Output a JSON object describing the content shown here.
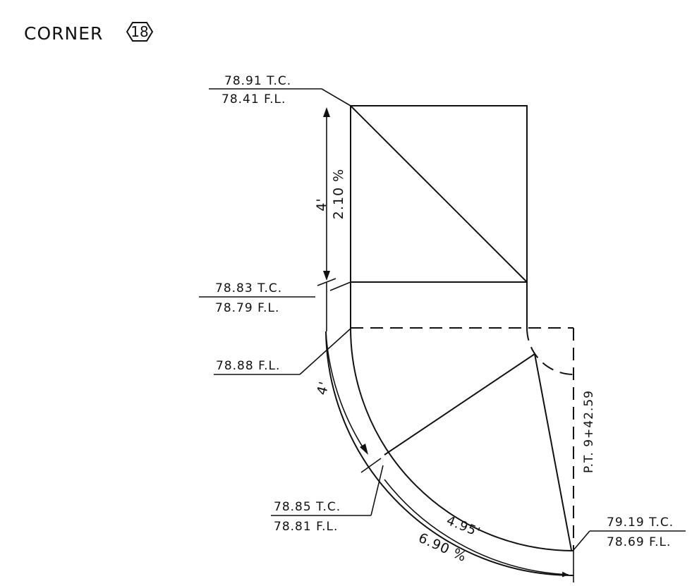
{
  "title": {
    "corner_label": "CORNER",
    "corner_number": "18"
  },
  "labels": {
    "top_tc": "78.91 T.C.",
    "top_fl": "78.41 F.L.",
    "upper_dim": "4'",
    "upper_slope": "2.10 %",
    "mid_tc": "78.83 T.C.",
    "mid_fl": "78.79 F.L.",
    "curve_fl": "78.88 F.L.",
    "curve_dim": "4'",
    "pt_station": "P.T. 9+42.59",
    "lower_tc": "78.85 T.C.",
    "lower_fl": "78.81 F.L.",
    "arc_dim": "4.95'",
    "arc_slope": "6.90 %",
    "right_tc": "79.19 T.C.",
    "right_fl": "78.69 F.L."
  },
  "colors": {
    "ink": "#111111",
    "paper": "#ffffff"
  }
}
